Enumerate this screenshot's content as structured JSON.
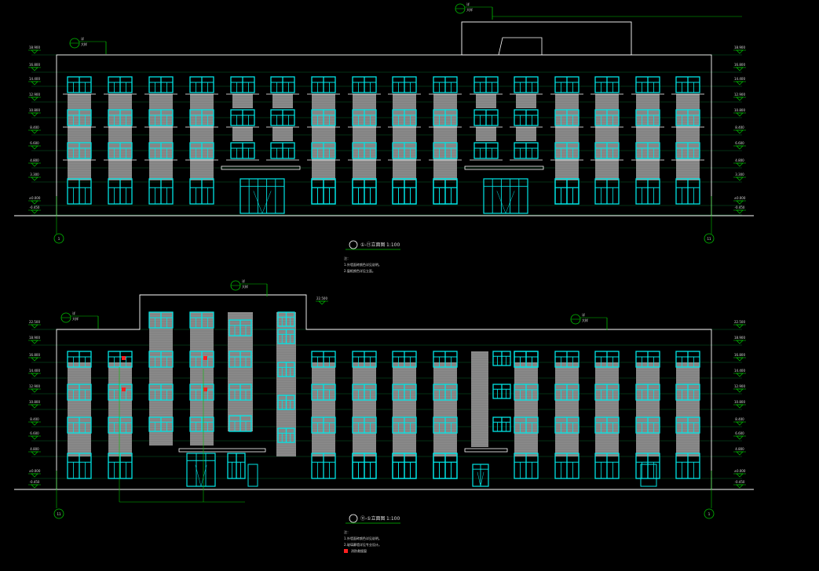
{
  "drawing": {
    "background": "#000000",
    "colors": {
      "outline": "#ffffff",
      "window": "#00e5e5",
      "dim": "#00c000",
      "panel": "#8a8a8a",
      "marker": "#ff2020"
    },
    "elev1": {
      "title": "①-⑪立面图",
      "scale": "1:100",
      "axis_left": "1",
      "axis_right": "11",
      "notes": [
        "注：",
        "1.外墙面砖颜色详见说明。",
        "2.窗框颜色详见立面。"
      ],
      "levels_left": [
        "18.900",
        "16.800",
        "14.400",
        "12.900",
        "10.800",
        "8.400",
        "6.600",
        "4.800",
        "3.300",
        "±0.000",
        "-0.450"
      ],
      "levels_right": [
        "18.900",
        "16.800",
        "14.400",
        "12.900",
        "10.800",
        "8.400",
        "6.600",
        "4.800",
        "3.300",
        "±0.000",
        "-0.450"
      ]
    },
    "elev2": {
      "title": "⑪-①立面图",
      "scale": "1:100",
      "axis_left": "11",
      "axis_right": "1",
      "notes": [
        "注：",
        "1.外墙面砖颜色详见说明。",
        "2.玻璃幕墙详见专业设计。"
      ],
      "legend_marker": "消防救援窗",
      "levels_left": [
        "22.500",
        "18.900",
        "16.800",
        "14.400",
        "12.900",
        "10.800",
        "8.400",
        "6.600",
        "4.800",
        "±0.000",
        "-0.450"
      ],
      "levels_right": [
        "22.500",
        "18.900",
        "16.800",
        "14.400",
        "12.900",
        "10.800",
        "8.400",
        "6.600",
        "4.800",
        "±0.000",
        "-0.450"
      ]
    },
    "callout_labels": {
      "sheet_ref": "详",
      "detail_ref": "大样"
    }
  }
}
